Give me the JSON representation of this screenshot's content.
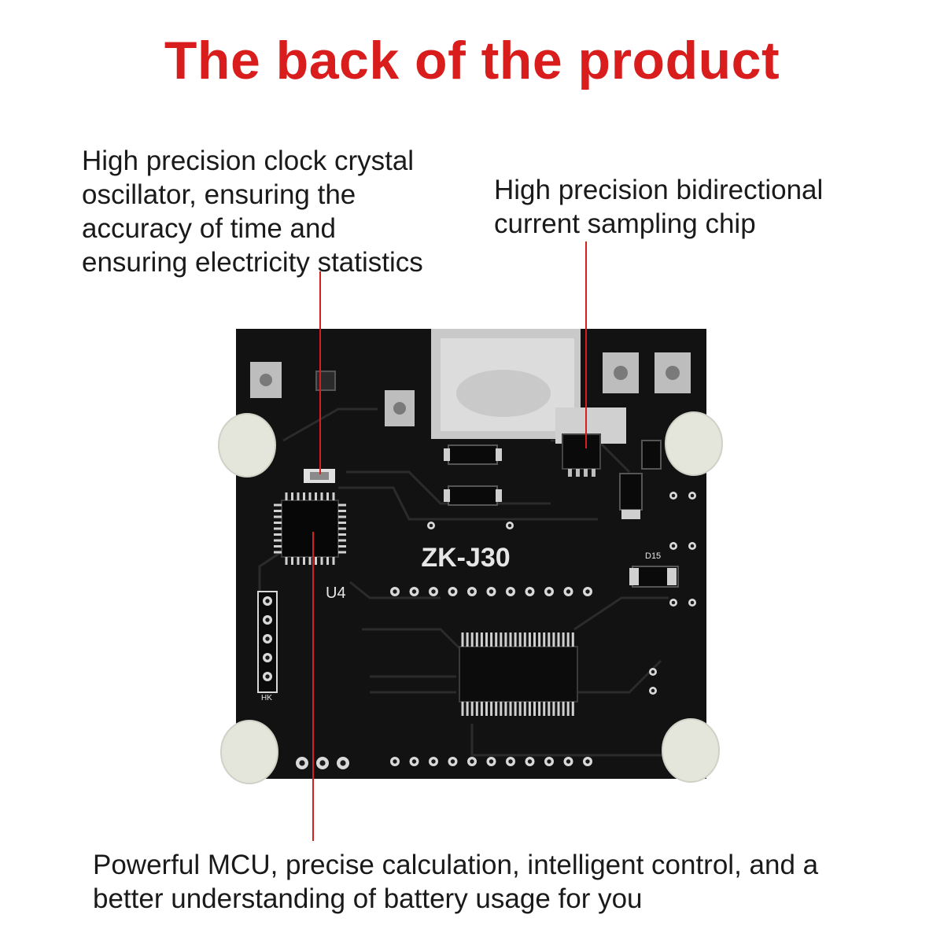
{
  "title": "The back of the product",
  "callouts": {
    "crystal": [
      "High precision clock crystal",
      "oscillator, ensuring the",
      "accuracy of time and",
      "ensuring electricity statistics"
    ],
    "current_chip": [
      "High precision bidirectional",
      "current sampling chip"
    ],
    "mcu": [
      "Powerful MCU, precise calculation, intelligent control, and a",
      "better understanding of battery usage for you"
    ]
  },
  "board": {
    "model": "ZK-J30",
    "mcu_label": "U4",
    "diode_label": "D15",
    "header_label": "HK"
  },
  "colors": {
    "title": "#d91c1c",
    "leader": "#d4201f",
    "pcb": "#121212",
    "silkscreen": "#e6e6e6"
  }
}
